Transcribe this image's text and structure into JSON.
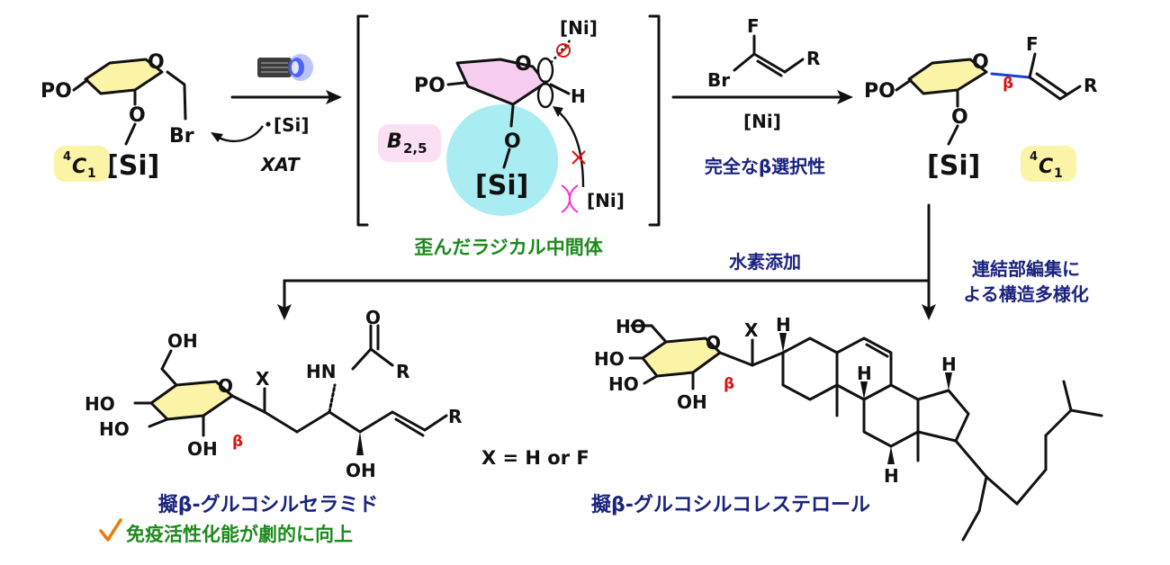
{
  "colors": {
    "ring_fill": "#fbf3a6",
    "strained_ring_fill": "#f6cdee",
    "badge_fill": "#fbf3a6",
    "boat_badge_fill": "#fbe0f4",
    "si_circle": "#a9ecf2",
    "green_text": "#1d8a1d",
    "navy_text": "#1a237e",
    "beta_red": "#e01010",
    "new_bond_blue": "#1f3fcf",
    "clash_magenta": "#ff33cc",
    "check_orange": "#e87b0c"
  },
  "icons": {
    "light": "blue-led-lamp-icon",
    "check": "check-mark-icon"
  },
  "start": {
    "po": "PO",
    "o_ring": "O",
    "o_sub": "O",
    "br": "Br",
    "si": "[Si]",
    "badge_num": "4",
    "badge_sym": "C",
    "badge_sub": "1"
  },
  "step1": {
    "reagent": "[Si]",
    "label": "XAT"
  },
  "intermediate": {
    "po": "PO",
    "o_ring": "O",
    "o_sub": "O",
    "si": "[Si]",
    "ni_top": "[Ni]",
    "ni_bottom": "[Ni]",
    "h": "H",
    "badge_sym": "B",
    "badge_sub": "2,5",
    "caption": "歪んだラジカル中間体"
  },
  "step2": {
    "reagent_f": "F",
    "reagent_br": "Br",
    "reagent_r": "R",
    "catalyst": "[Ni]",
    "selectivity": "完全なβ選択性"
  },
  "product": {
    "po": "PO",
    "o_ring": "O",
    "o_sub": "O",
    "si": "[Si]",
    "f": "F",
    "r": "R",
    "beta": "β",
    "badge_num": "4",
    "badge_sym": "C",
    "badge_sub": "1"
  },
  "branch": {
    "hydrogenation": "水素添加",
    "diversify_line1": "連結部編集に",
    "diversify_line2": "よる構造多様化"
  },
  "ceramide": {
    "oh_top": "OH",
    "ho_1": "HO",
    "ho_2": "HO",
    "oh_bottom_ring": "OH",
    "o_ring": "O",
    "beta": "β",
    "x": "X",
    "nh": "HN",
    "o_carbonyl": "O",
    "r_acyl": "R",
    "oh_chain": "OH",
    "r_chain": "R",
    "name": "擬β-グルコシルセラミド",
    "benefit": "免疫活性化能が劇的に向上"
  },
  "x_def": "X = H or F",
  "cholesterol": {
    "ho_1": "HO",
    "ho_2": "HO",
    "ho_3": "HO",
    "oh_ring": "OH",
    "o_ring": "O",
    "beta": "β",
    "x": "X",
    "h_1": "H",
    "h_2": "H",
    "h_3": "H",
    "h_4": "H",
    "name": "擬β-グルコシルコレステロール"
  }
}
